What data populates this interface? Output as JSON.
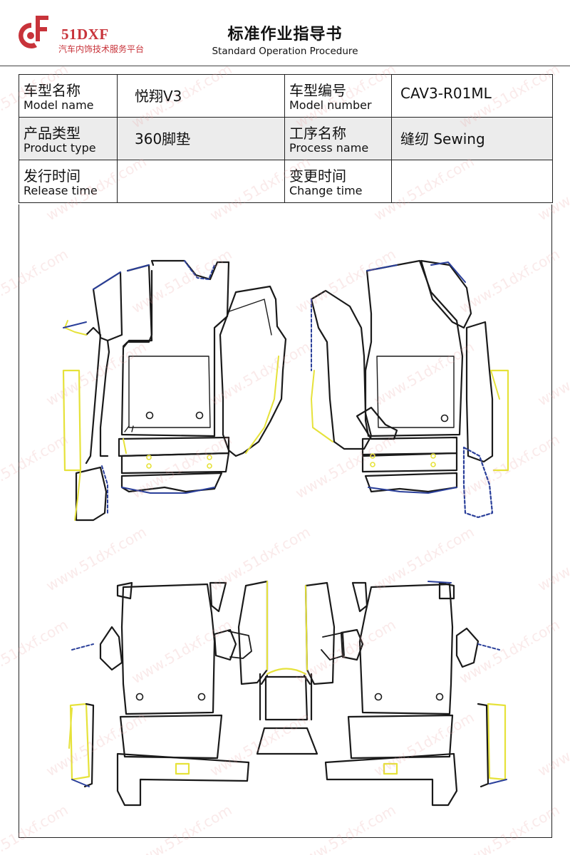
{
  "logo": {
    "brand": "51DXF",
    "tagline": "汽车内饰技术服务平台"
  },
  "title": {
    "cn": "标准作业指导书",
    "en": "Standard Operation Procedure"
  },
  "info": {
    "model_name_label_cn": "车型名称",
    "model_name_label_en": "Model name",
    "model_name": "悦翔V3",
    "model_number_label_cn": "车型编号",
    "model_number_label_en": "Model number",
    "model_number": "CAV3-R01ML",
    "product_type_label_cn": "产品类型",
    "product_type_label_en": "Product type",
    "product_type": "360脚垫",
    "process_name_label_cn": "工序名称",
    "process_name_label_en": "Process name",
    "process_name": "缝纫 Sewing",
    "release_time_label_cn": "发行时间",
    "release_time_label_en": "Release time",
    "release_time": "",
    "change_time_label_cn": "变更时间",
    "change_time_label_en": "Change time",
    "change_time": ""
  },
  "watermark": "www.51dxf.com",
  "colors": {
    "brand": "#c8333a",
    "outline": "#1a1a1a",
    "seam_yellow": "#e6e23a",
    "seam_blue": "#2a3f9a"
  }
}
